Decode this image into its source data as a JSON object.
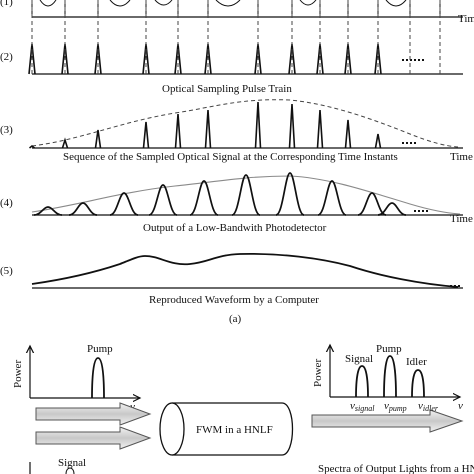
{
  "panels": [
    {
      "number": "(1)"
    },
    {
      "number": "(2)",
      "caption": "Optical Sampling Pulse Train"
    },
    {
      "number": "(3)",
      "caption": "Sequence of the Sampled Optical Signal at the Corresponding Time Instants"
    },
    {
      "number": "(4)",
      "caption": "Output of a Low-Bandwith Photodetector"
    },
    {
      "number": "(5)",
      "caption": "Reproduced Waveform by a Computer"
    }
  ],
  "axis_label_time": "Time",
  "sub_label_a": "(a)",
  "lower": {
    "power_label": "Power",
    "nu_label": "ν",
    "pump_label": "Pump",
    "signal_label": "Signal",
    "idler_label": "Idler",
    "fwm_label": "FWM in a HNLF",
    "nu_signal": "ν",
    "nu_signal_sub": "signal",
    "nu_pump": "ν",
    "nu_pump_sub": "pump",
    "nu_idler": "ν",
    "nu_idler_sub": "idler",
    "spectra_caption": "Spectra of Output Lights from a HNLF"
  }
}
